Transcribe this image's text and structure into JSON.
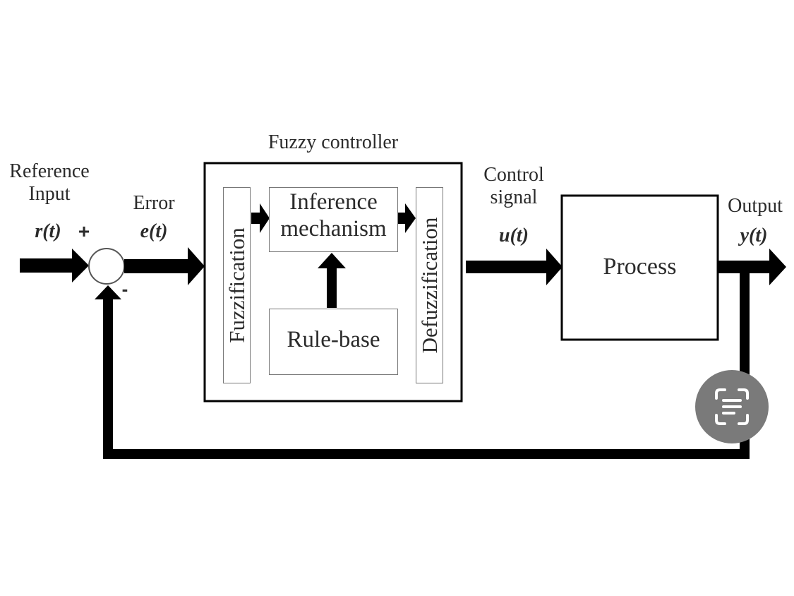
{
  "diagram": {
    "title": "Fuzzy controller",
    "reference_input": {
      "label_line1": "Reference",
      "label_line2": "Input",
      "var": "r(t)"
    },
    "summing_junction": {
      "plus": "+",
      "minus": "-"
    },
    "error": {
      "label": "Error",
      "var": "e(t)"
    },
    "fuzzy_controller": {
      "fuzzification": "Fuzzification",
      "inference_line1": "Inference",
      "inference_line2": "mechanism",
      "rule_base": "Rule-base",
      "defuzzification": "Defuzzification"
    },
    "control_signal": {
      "label_line1": "Control",
      "label_line2": "signal",
      "var": "u(t)"
    },
    "process": "Process",
    "output": {
      "label": "Output",
      "var": "y(t)"
    }
  },
  "overlay": {
    "icon": "scan-text-icon",
    "color": "#7a7a7a"
  }
}
